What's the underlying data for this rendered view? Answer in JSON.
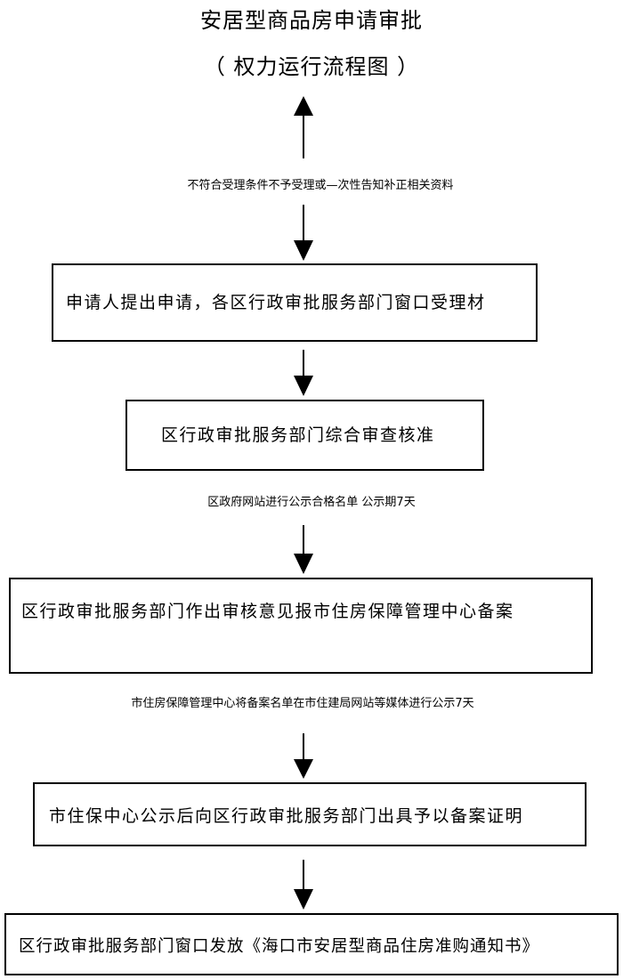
{
  "title": {
    "main": "安居型商品房申请审批",
    "sub": "（ 权力运行流程图 ）"
  },
  "notes": {
    "reject": "不符合受理条件不予受理或—次性告知补正相关资料",
    "publicity_district": "区政府网站进行公示合格名单  公示期7天",
    "publicity_city": "市住房保障管理中心将备案名单在市住建局网站等媒体进行公示7天"
  },
  "steps": [
    {
      "label": "申请人提出申请，各区行政审批服务部门窗口受理材"
    },
    {
      "label": "区行政审批服务部门综合审查核准"
    },
    {
      "label": "区行政审批服务部门作出审核意见报市住房保障管理中心备案"
    },
    {
      "label": "市住保中心公示后向区行政审批服务部门出具予以备案证明"
    },
    {
      "label": "区行政审批服务部门窗口发放《海口市安居型商品住房准购通知书》"
    }
  ]
}
